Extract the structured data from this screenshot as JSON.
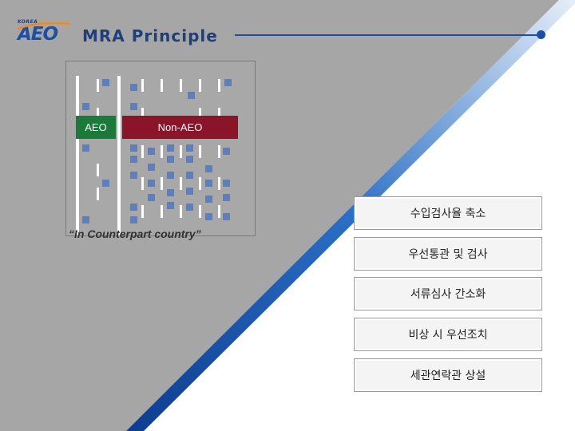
{
  "header": {
    "logo_small_text": "KOREA",
    "logo_text": "AEO",
    "title": "MRA Principle"
  },
  "diagram": {
    "aeo_label": "AEO",
    "non_aeo_label": "Non-AEO",
    "caption": "“In Counterpart country”"
  },
  "benefits": [
    "수입검사율 축소",
    "우선통관 및 검사",
    "서류심사 간소화",
    "비상 시 우선조치",
    "세관연락관 상설"
  ],
  "colors": {
    "gray_background": "#a6a6a6",
    "accent_blue": "#1e4fa8",
    "aeo_green": "#1a7a3a",
    "non_aeo_red": "#8b1428",
    "car_blue": "#5b7fc4"
  }
}
